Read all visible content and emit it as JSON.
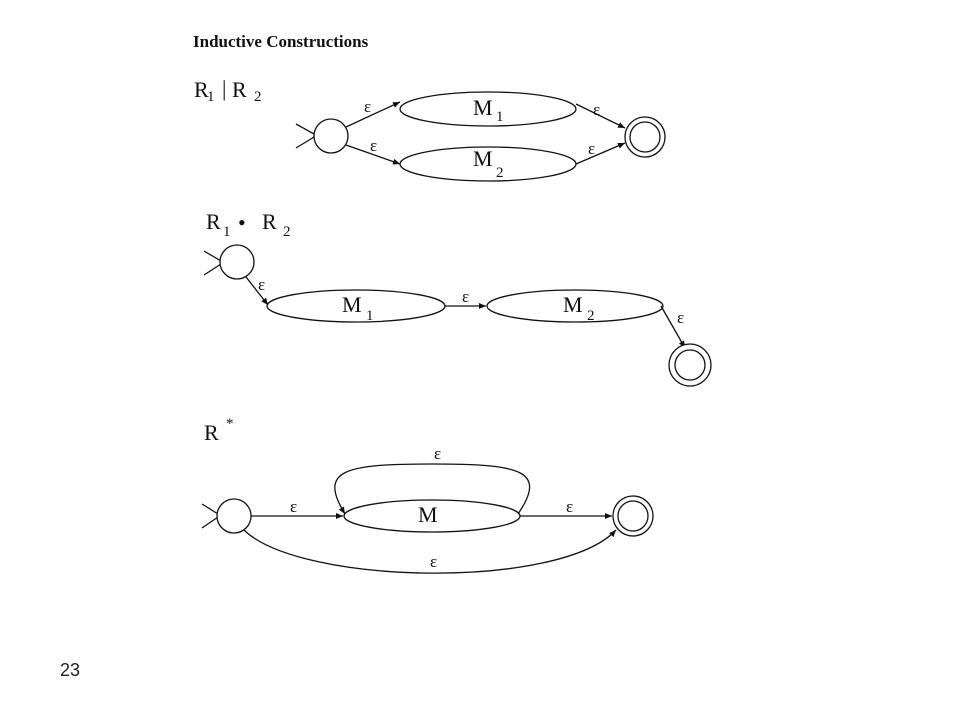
{
  "slide": {
    "title": "Inductive Constructions",
    "page_number": "23"
  },
  "union": {
    "label_r": "R",
    "label_sub1": "1",
    "label_bar": "|",
    "label_r2": "R",
    "label_sub2": "2",
    "m1_label": "M",
    "m1_sub": "1",
    "m2_label": "M",
    "m2_sub": "2",
    "epsilon": "ε"
  },
  "concat": {
    "label_r1": "R",
    "label_sub1": "1",
    "label_dot": "•",
    "label_r2": "R",
    "label_sub2": "2",
    "m1_label": "M",
    "m1_sub": "1",
    "m2_label": "M",
    "m2_sub": "2",
    "epsilon": "ε"
  },
  "star": {
    "label_r": "R",
    "label_sup": "*",
    "m_label": "M",
    "epsilon": "ε"
  }
}
